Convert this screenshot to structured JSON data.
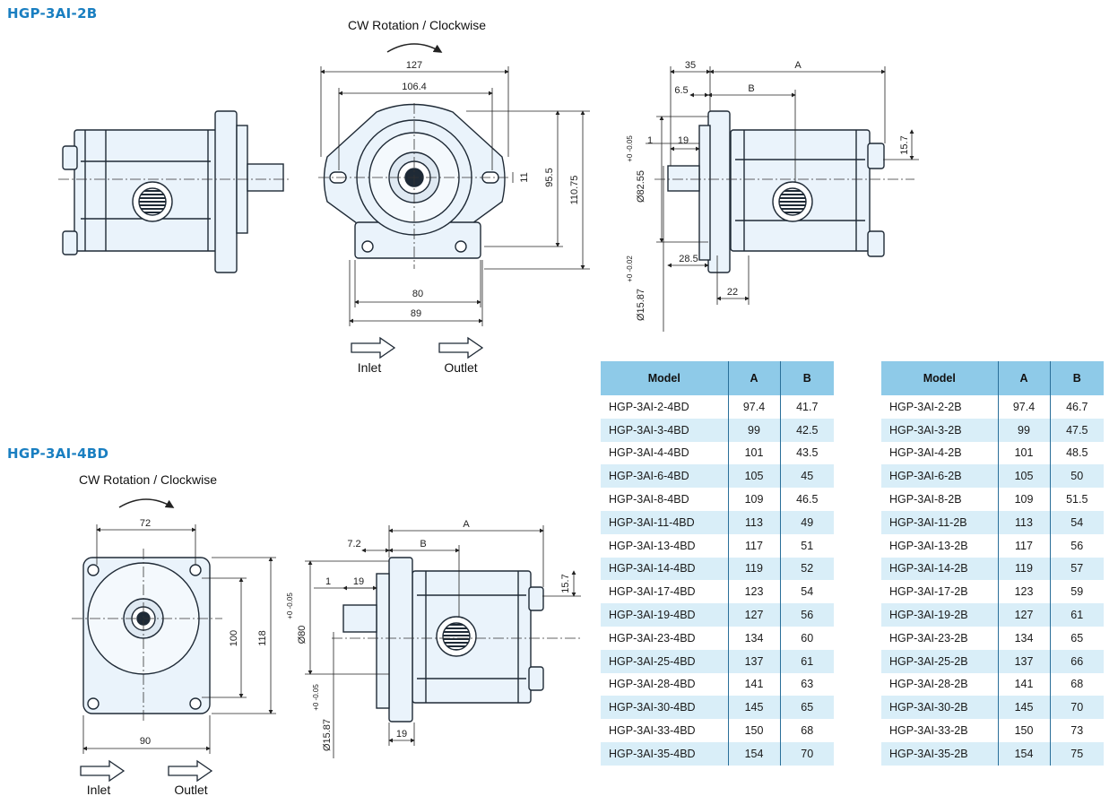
{
  "sections": {
    "top_title": "HGP-3AI-2B",
    "bottom_title": "HGP-3AI-4BD"
  },
  "labels": {
    "rotation_top": "CW Rotation / Clockwise",
    "rotation_bottom": "CW Rotation / Clockwise",
    "inlet": "Inlet",
    "outlet": "Outlet"
  },
  "dimensions_top": {
    "front_width": "127",
    "front_bolt": "106.4",
    "slot": "11",
    "front_h1": "95.5",
    "front_h2": "110.75",
    "front_b1": "80",
    "front_b2": "89",
    "side_35": "35",
    "side_A": "A",
    "side_6_5": "6.5",
    "side_B": "B",
    "side_1": "1",
    "side_19": "19",
    "side_dia_pilot": "Ø82.55",
    "side_tol_pilot": "+0 -0.05",
    "side_28_5": "28.5",
    "side_dia_shaft": "Ø15.87",
    "side_tol_shaft": "+0 -0.02",
    "side_22": "22",
    "side_15_7": "15.7"
  },
  "dimensions_bottom": {
    "front_width": "72",
    "front_h1": "100",
    "front_h2": "118",
    "front_bottom": "90",
    "side_A": "A",
    "side_7_2": "7.2",
    "side_B": "B",
    "side_1": "1",
    "side_19": "19",
    "side_dia_pilot": "Ø80",
    "side_tol_pilot": "+0 -0.05",
    "side_dia_shaft": "Ø15.87",
    "side_tol_shaft": "+0 -0.05",
    "side_19b": "19",
    "side_15_7": "15.7"
  },
  "table_4bd": {
    "headers": [
      "Model",
      "A",
      "B"
    ],
    "rows": [
      [
        "HGP-3AI-2-4BD",
        "97.4",
        "41.7"
      ],
      [
        "HGP-3AI-3-4BD",
        "99",
        "42.5"
      ],
      [
        "HGP-3AI-4-4BD",
        "101",
        "43.5"
      ],
      [
        "HGP-3AI-6-4BD",
        "105",
        "45"
      ],
      [
        "HGP-3AI-8-4BD",
        "109",
        "46.5"
      ],
      [
        "HGP-3AI-11-4BD",
        "113",
        "49"
      ],
      [
        "HGP-3AI-13-4BD",
        "117",
        "51"
      ],
      [
        "HGP-3AI-14-4BD",
        "119",
        "52"
      ],
      [
        "HGP-3AI-17-4BD",
        "123",
        "54"
      ],
      [
        "HGP-3AI-19-4BD",
        "127",
        "56"
      ],
      [
        "HGP-3AI-23-4BD",
        "134",
        "60"
      ],
      [
        "HGP-3AI-25-4BD",
        "137",
        "61"
      ],
      [
        "HGP-3AI-28-4BD",
        "141",
        "63"
      ],
      [
        "HGP-3AI-30-4BD",
        "145",
        "65"
      ],
      [
        "HGP-3AI-33-4BD",
        "150",
        "68"
      ],
      [
        "HGP-3AI-35-4BD",
        "154",
        "70"
      ]
    ]
  },
  "table_2b": {
    "headers": [
      "Model",
      "A",
      "B"
    ],
    "rows": [
      [
        "HGP-3AI-2-2B",
        "97.4",
        "46.7"
      ],
      [
        "HGP-3AI-3-2B",
        "99",
        "47.5"
      ],
      [
        "HGP-3AI-4-2B",
        "101",
        "48.5"
      ],
      [
        "HGP-3AI-6-2B",
        "105",
        "50"
      ],
      [
        "HGP-3AI-8-2B",
        "109",
        "51.5"
      ],
      [
        "HGP-3AI-11-2B",
        "113",
        "54"
      ],
      [
        "HGP-3AI-13-2B",
        "117",
        "56"
      ],
      [
        "HGP-3AI-14-2B",
        "119",
        "57"
      ],
      [
        "HGP-3AI-17-2B",
        "123",
        "59"
      ],
      [
        "HGP-3AI-19-2B",
        "127",
        "61"
      ],
      [
        "HGP-3AI-23-2B",
        "134",
        "65"
      ],
      [
        "HGP-3AI-25-2B",
        "137",
        "66"
      ],
      [
        "HGP-3AI-28-2B",
        "141",
        "68"
      ],
      [
        "HGP-3AI-30-2B",
        "145",
        "70"
      ],
      [
        "HGP-3AI-33-2B",
        "150",
        "73"
      ],
      [
        "HGP-3AI-35-2B",
        "154",
        "75"
      ]
    ]
  },
  "colors": {
    "title_blue": "#1a7fc1",
    "header_blue": "#8ecae8",
    "row_alt": "#d9eef8",
    "body_fill": "#eaf3fb",
    "line": "#1f2a36"
  }
}
